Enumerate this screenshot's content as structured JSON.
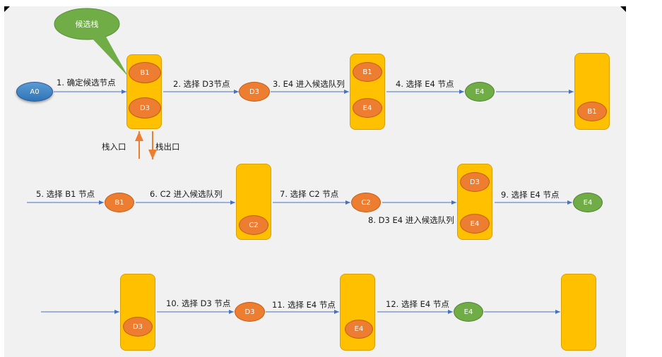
{
  "colors": {
    "panel_bg": "#f1f1f1",
    "stack_fill": "#ffc000",
    "node_orange": "#ed7d31",
    "node_green": "#70ad47",
    "node_blue": "#2e75b6",
    "arrow_blue": "#4472c4",
    "arrow_orange": "#ed7d31",
    "callout_green": "#70ad47"
  },
  "callout": {
    "text": "候选栈"
  },
  "stack_io": {
    "in_label": "栈入口",
    "out_label": "栈出口"
  },
  "row1": {
    "start_node": "A0",
    "step1": "1. 确定候选节点",
    "stack1": [
      "B1",
      "D3"
    ],
    "step2": "2. 选择 D3节点",
    "node_d3": "D3",
    "step3": "3. E4 进入候选队列",
    "stack2": [
      "B1",
      "E4"
    ],
    "step4": "4. 选择 E4 节点",
    "node_e4": "E4",
    "stack3": [
      "B1"
    ]
  },
  "row2": {
    "step5": "5. 选择 B1 节点",
    "node_b1": "B1",
    "step6": "6. C2 进入候选队列",
    "stack1": [
      "C2"
    ],
    "step7": "7. 选择 C2 节点",
    "node_c2": "C2",
    "step8": "8. D3 E4 进入候选队列",
    "stack2": [
      "D3",
      "E4"
    ],
    "step9": "9. 选择 E4 节点",
    "node_e4": "E4"
  },
  "row3": {
    "stack1": [
      "D3"
    ],
    "step10": "10. 选择 D3 节点",
    "node_d3": "D3",
    "step11": "11. 选择 E4 节点",
    "stack2": [
      "E4"
    ],
    "step12": "12. 选择 E4 节点",
    "node_e4": "E4",
    "stack3": []
  }
}
